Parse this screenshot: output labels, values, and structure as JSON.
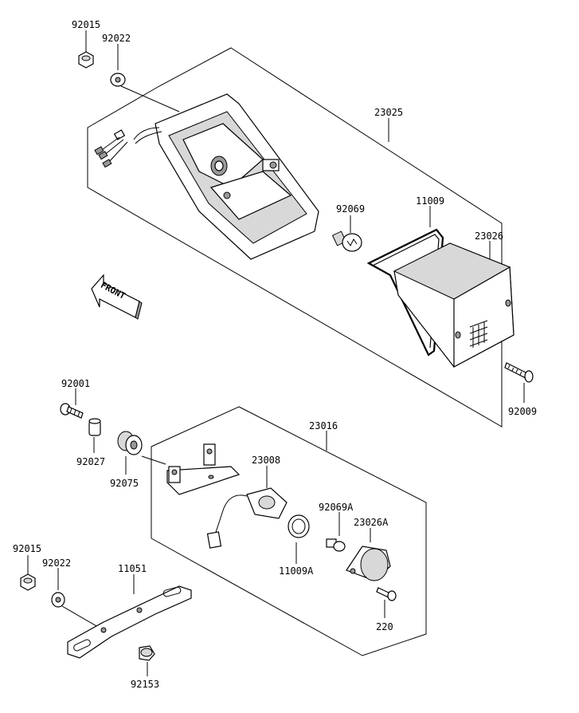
{
  "labels": {
    "p92015_top": "92015",
    "p92022_top": "92022",
    "p23025": "23025",
    "p92069": "92069",
    "p11009": "11009",
    "p23026": "23026",
    "p92009": "92009",
    "p92001": "92001",
    "p92027": "92027",
    "p92075": "92075",
    "p23016": "23016",
    "p23008": "23008",
    "p92069A": "92069A",
    "p23026A": "23026A",
    "p11009A": "11009A",
    "p220": "220",
    "p92015_bot": "92015",
    "p92022_bot": "92022",
    "p11051": "11051",
    "p92153": "92153"
  },
  "front_arrow": {
    "label": "FRONT"
  }
}
